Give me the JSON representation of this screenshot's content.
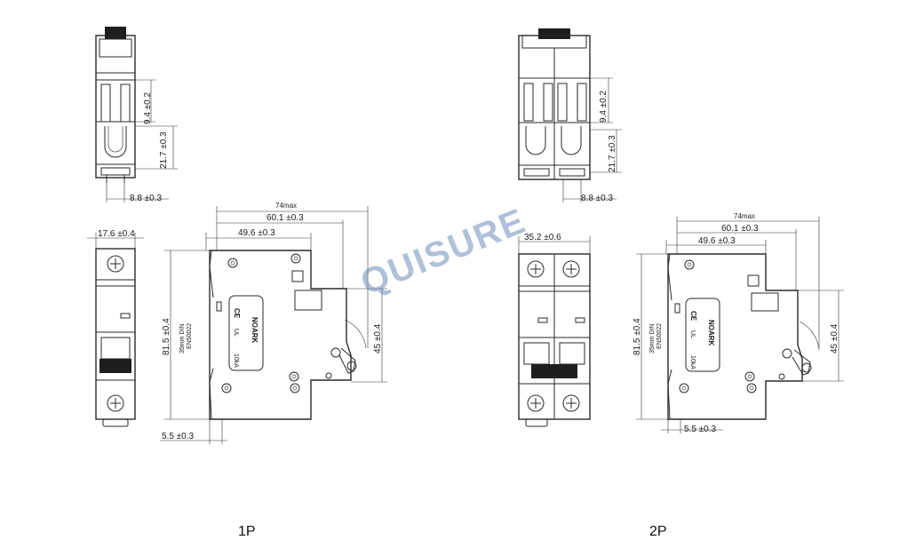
{
  "watermark": "QUISURE",
  "captions": {
    "left": "1P",
    "right": "2P"
  },
  "dims_1p": {
    "top_9_4": "9.4 ±0.2",
    "top_21_7": "21.7 ±0.3",
    "top_8_8": "8.8 ±0.3",
    "front_width": "17.6 ±0.4",
    "side_74": "74max",
    "side_60_1": "60.1 ±0.3",
    "side_49_6": "49.6 ±0.3",
    "side_81_5": "81.5 ±0.4",
    "side_45": "45 ±0.4",
    "side_5_5": "5.5 ±0.3"
  },
  "dims_2p": {
    "top_9_4": "9.4 ±0.2",
    "top_21_7": "21.7 ±0.3",
    "top_8_8": "8.8 ±0.3",
    "front_width": "35.2 ±0.6",
    "side_74": "74max",
    "side_60_1": "60.1 ±0.3",
    "side_49_6": "49.6 ±0.3",
    "side_81_5": "81.5 ±0.4",
    "side_45": "45 ±0.4",
    "side_5_5": "5.5 ±0.3"
  },
  "label_text": {
    "din_line1": "35mm DIN",
    "din_line2": "EN50022",
    "brand": "NOARK",
    "ce": "CE",
    "ul": "UL",
    "rating": "10kA"
  }
}
